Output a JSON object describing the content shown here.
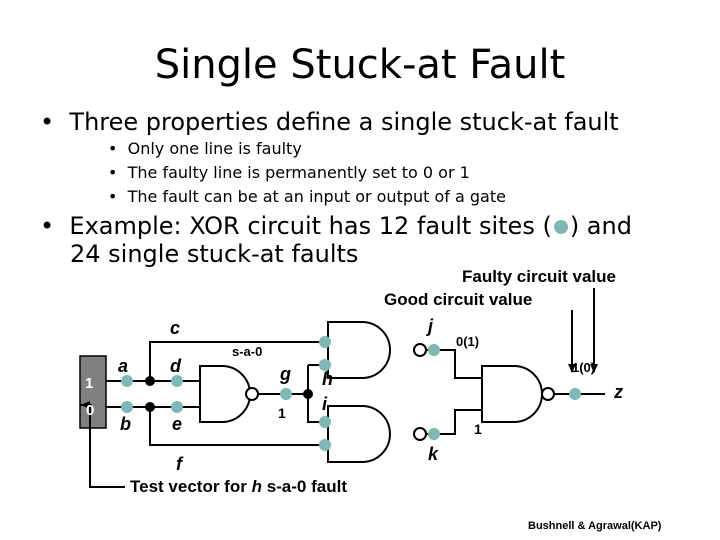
{
  "slide": {
    "title": "Single Stuck-at Fault",
    "bullet_main": "Three properties define a single stuck-at fault",
    "sub_bullets": [
      "Only one line is faulty",
      "The faulty line is permanently set to 0 or 1",
      "The fault can be at an input or output of a gate"
    ],
    "example_line1_a": "Example: XOR circuit has 12 fault sites (",
    "example_line1_b": ") and",
    "example_line2": "24 single stuck-at faults",
    "credit": "Bushnell & Agrawal(KAP)"
  },
  "diagram": {
    "faulty_label": "Faulty circuit value",
    "good_label": "Good circuit value",
    "test_vector_prefix": "Test vector for",
    "test_vector_var": "h",
    "test_vector_suffix": "s-a-0 fault",
    "inputs": [
      "1",
      "0"
    ],
    "lines": {
      "a": "a",
      "b": "b",
      "c": "c",
      "d": "d",
      "e": "e",
      "f": "f",
      "g": "g",
      "h": "h",
      "i": "i",
      "j": "j",
      "k": "k",
      "z": "z"
    },
    "fault_label": "s-a-0",
    "values": {
      "g": "1",
      "j": "0(1)",
      "z": "1(0)",
      "k": "1"
    },
    "colors": {
      "fault_site": "#7fb6b6",
      "input_box": "#808080"
    }
  }
}
